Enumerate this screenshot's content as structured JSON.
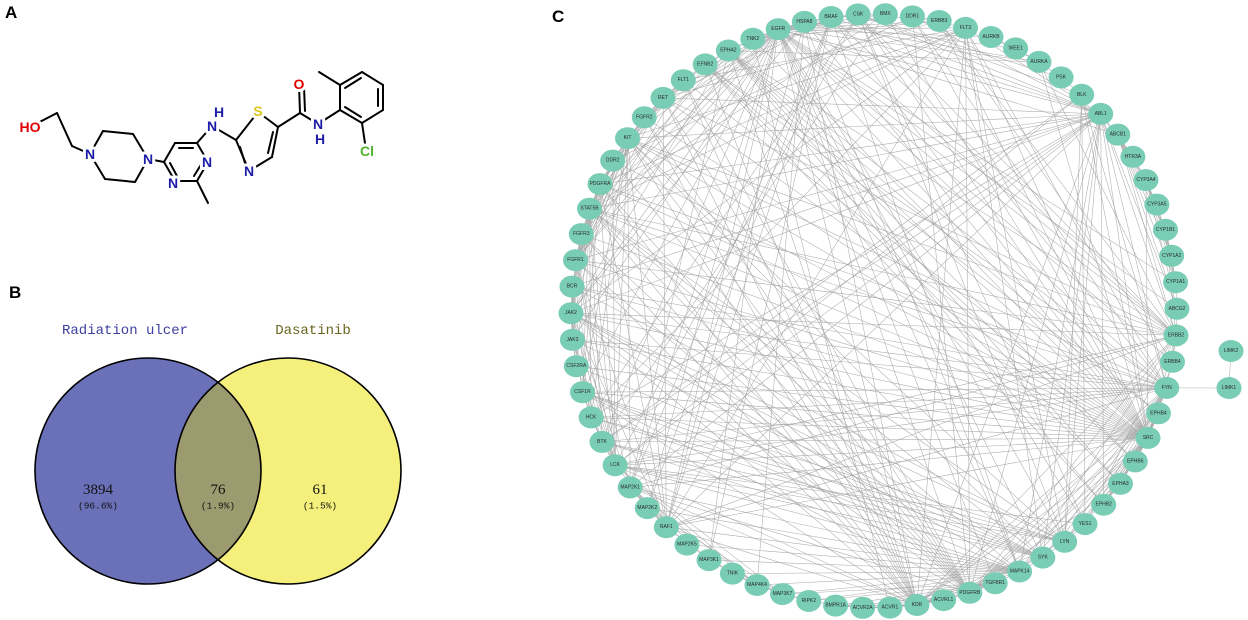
{
  "figure": {
    "panel_labels": [
      "A",
      "B",
      "C"
    ]
  },
  "molecule": {
    "atoms": [
      "HO",
      "N",
      "N",
      "N",
      "N",
      "N",
      "H",
      "S",
      "N",
      "O",
      "N",
      "H",
      "Cl"
    ],
    "colors": {
      "oxygen": "#e00000",
      "nitrogen": "#1c1ca8",
      "sulfur": "#d9c71a",
      "chlorine": "#4fb22a",
      "bond": "#000000"
    }
  },
  "venn": {
    "sets": [
      {
        "name": "Radiation ulcer",
        "label_color": "#3c3f9e",
        "fill": "#6b71b8"
      },
      {
        "name": "Dasatinib",
        "label_color": "#6b661e",
        "fill": "#f5f07c"
      }
    ],
    "overlap_fill": "#9c9a6f",
    "regions": [
      {
        "count": "3894",
        "percent": "(96.6%)"
      },
      {
        "count": "76",
        "percent": "(1.9%)"
      },
      {
        "count": "61",
        "percent": "(1.5%)"
      }
    ]
  },
  "network": {
    "node_color": "#79cdb5",
    "edge_color": "#a3a3a3",
    "ring_nodes": [
      "CSK",
      "BMX",
      "DDR1",
      "ERBB3",
      "FLT3",
      "AURKB",
      "WEE1",
      "AURKA",
      "PSK",
      "BLK",
      "ABL1",
      "ABCB1",
      "HTR3A",
      "CYP3A4",
      "CYP3A5",
      "CYP1B1",
      "CYP1A2",
      "CYP1A1",
      "ABCG2",
      "ERBB2",
      "ERBB4",
      "FYN",
      "EPHB4",
      "SRC",
      "EPHB6",
      "EPHA3",
      "EPHB2",
      "YES1",
      "LYN",
      "SYK",
      "MAPK14",
      "TGFBR1",
      "PDGFRB",
      "ACVRL1",
      "KDR",
      "ACVR1",
      "ACVR2A",
      "BMPR1A",
      "RIPK2",
      "MAP3K7",
      "MAP4K4",
      "TNIK",
      "MAP3K1",
      "MAP2K5",
      "RAF1",
      "MAP2K2",
      "MAP2K1",
      "LCK",
      "BTK",
      "HCK",
      "CSF1R",
      "CSF2RA",
      "JAK3",
      "JAK2",
      "BCR",
      "FGFR1",
      "FGFR3",
      "STAT5B",
      "PDGFRA",
      "DDR2",
      "KIT",
      "FGFR2",
      "RET",
      "FLT1",
      "EFNB2",
      "EPHA2",
      "TNK2",
      "EGFR",
      "HSPA8",
      "BRAF"
    ],
    "extra_nodes": [
      "LIMK2",
      "LIMK1"
    ],
    "edges": {
      "SRC": [
        "EGFR",
        "ERBB2",
        "ERBB3",
        "FYN",
        "LYN",
        "YES1",
        "LCK",
        "HCK",
        "BTK",
        "CSK",
        "ABL1",
        "KDR",
        "PDGFRB",
        "PDGFRA",
        "KIT",
        "SYK",
        "JAK2",
        "STAT5B",
        "EPHA2",
        "EPHB2",
        "EPHB4",
        "EPHA3",
        "CSF1R",
        "FGFR1",
        "FGFR2",
        "BCR",
        "RAF1",
        "MAPK14",
        "BRAF",
        "FLT1",
        "FLT3",
        "RET",
        "DDR1",
        "BMX",
        "BLK",
        "TNK2",
        "HSPA8",
        "CSF2RA",
        "JAK3",
        "MAP2K1",
        "AURKA",
        "ERBB4",
        "EPHB6",
        "DDR2",
        "FGFR3",
        "TGFBR1",
        "CYP3A4"
      ],
      "FYN": [
        "LCK",
        "LYN",
        "YES1",
        "HCK",
        "BLK",
        "SYK",
        "CSK",
        "EGFR",
        "ERBB2",
        "KDR",
        "PDGFRB",
        "PDGFRA",
        "EPHA2",
        "EPHB2",
        "BCR",
        "ABL1",
        "JAK2",
        "JAK3",
        "BTK",
        "STAT5B",
        "KIT",
        "FLT3",
        "CSF1R",
        "RAF1",
        "LIMK1",
        "EFNB2",
        "EPHB6",
        "EPHA3",
        "MAPK14",
        "DDR1"
      ],
      "ABL1": [
        "BCR",
        "EGFR",
        "ERBB2",
        "KIT",
        "PDGFRA",
        "PDGFRB",
        "LYN",
        "LCK",
        "HCK",
        "BTK",
        "STAT5B",
        "JAK2",
        "RAF1",
        "MAPK14",
        "BRAF",
        "CSK",
        "KDR",
        "FLT3",
        "ABCB1",
        "ABCG2",
        "HSPA8",
        "EPHB2",
        "DDR1",
        "SYK",
        "MAP2K1",
        "CYP3A4",
        "RET",
        "FGFR1"
      ],
      "EGFR": [
        "ERBB2",
        "ERBB3",
        "ERBB4",
        "PDGFRB",
        "PDGFRA",
        "KDR",
        "FGFR1",
        "FGFR2",
        "FGFR3",
        "KIT",
        "MAP2K1",
        "MAP2K2",
        "RAF1",
        "BRAF",
        "STAT5B",
        "JAK2",
        "MAPK14",
        "EPHA2",
        "FLT1",
        "FLT3",
        "RET",
        "CSF1R",
        "HSPA8",
        "ABCG2",
        "ABCB1",
        "TNK2",
        "CYP1A1",
        "DDR1",
        "AURKA",
        "AURKB",
        "LYN",
        "YES1",
        "BTK",
        "MAP3K1",
        "TGFBR1",
        "SYK",
        "CSK",
        "JAK3",
        "BMX"
      ],
      "ERBB2": [
        "ERBB3",
        "ERBB4",
        "KDR",
        "PDGFRB",
        "FGFR1",
        "RAF1",
        "BRAF",
        "MAP2K1",
        "MAPK14",
        "STAT5B",
        "JAK2",
        "HSPA8",
        "ABCG2",
        "ABCB1",
        "CSK",
        "YES1",
        "EPHA2",
        "LCK",
        "AURKA",
        "CYP1B1",
        "RET",
        "KIT"
      ],
      "KDR": [
        "FLT1",
        "FLT3",
        "PDGFRB",
        "PDGFRA",
        "KIT",
        "FGFR1",
        "FGFR2",
        "FGFR3",
        "EFNB2",
        "ACVRL1",
        "BMPR1A",
        "TGFBR1",
        "ACVR1",
        "ACVR2A",
        "MAPK14",
        "RAF1",
        "EPHA2",
        "EPHB4",
        "LYN",
        "SYK",
        "JAK2",
        "STAT5B",
        "HSPA8",
        "RET",
        "CSF1R",
        "MAP2K1",
        "LCK"
      ],
      "TGFBR1": [
        "ACVR1",
        "ACVR2A",
        "ACVRL1",
        "BMPR1A",
        "MAP3K7",
        "MAPK14",
        "RIPK2",
        "PDGFRB"
      ],
      "ACVR1": [
        "ACVR2A",
        "ACVRL1",
        "BMPR1A"
      ],
      "BMPR1A": [
        "ACVR2A",
        "ACVRL1",
        "MAP3K7"
      ],
      "MAPK14": [
        "MAP3K7",
        "MAP2K1",
        "MAP2K2",
        "MAP3K1",
        "MAP4K4",
        "TNIK",
        "RIPK2",
        "MAP2K5",
        "RAF1",
        "BRAF",
        "STAT5B",
        "SYK",
        "HSPA8",
        "JAK2",
        "LCK",
        "BTK",
        "CSF1R"
      ],
      "MAP2K1": [
        "MAP2K2",
        "RAF1",
        "BRAF",
        "MAP3K1",
        "MAP2K5",
        "MAP4K4",
        "PDGFRB",
        "JAK2",
        "KIT",
        "FGFR1",
        "EPHA2"
      ],
      "RAF1": [
        "BRAF",
        "MAP2K2",
        "MAP3K1",
        "HSPA8",
        "JAK2",
        "PDGFRA",
        "KIT",
        "FGFR1",
        "LCK",
        "RET",
        "FLT3"
      ],
      "BRAF": [
        "MAP2K2",
        "HSPA8",
        "MAP3K1",
        "CSK",
        "RET",
        "FGFR2"
      ],
      "CYP3A4": [
        "CYP3A5",
        "CYP1A1",
        "CYP1A2",
        "CYP1B1",
        "ABCB1",
        "ABCG2",
        "HTR3A"
      ],
      "CYP1A1": [
        "CYP1A2",
        "CYP1B1",
        "CYP3A5",
        "ABCG2",
        "ABCB1"
      ],
      "CYP1A2": [
        "CYP1B1",
        "CYP3A5",
        "ABCB1"
      ],
      "ABCB1": [
        "ABCG2",
        "CYP3A5",
        "HTR3A",
        "CYP1B1"
      ],
      "LCK": [
        "LYN",
        "HCK",
        "BTK",
        "SYK",
        "CSK",
        "YES1",
        "BLK",
        "JAK3",
        "JAK2",
        "CSF2RA",
        "STAT5B",
        "KIT",
        "PDGFRA",
        "BCR",
        "FGFR1",
        "DDR2",
        "MAP3K7",
        "MAP4K4"
      ],
      "LYN": [
        "HCK",
        "BTK",
        "SYK",
        "YES1",
        "BLK",
        "CSK",
        "KIT",
        "CSF1R",
        "JAK2",
        "STAT5B",
        "BCR",
        "FLT3",
        "EPHB6"
      ],
      "HCK": [
        "BTK",
        "SYK",
        "CSK",
        "CSF1R",
        "JAK2",
        "STAT5B",
        "BCR",
        "KIT",
        "FLT3"
      ],
      "BTK": [
        "SYK",
        "BMX",
        "BLK",
        "JAK3",
        "STAT5B",
        "CSF1R"
      ],
      "SYK": [
        "JAK2",
        "JAK3",
        "STAT5B",
        "CSF1R",
        "CSF2RA",
        "KIT",
        "FLT3"
      ],
      "JAK2": [
        "JAK3",
        "STAT5B",
        "CSF2RA",
        "CSF1R",
        "KIT",
        "FLT3",
        "PDGFRA",
        "PDGFRB",
        "FGFR1",
        "FGFR3",
        "BCR",
        "EPHA2",
        "HSPA8"
      ],
      "JAK3": [
        "STAT5B",
        "CSF2RA",
        "BCR"
      ],
      "STAT5B": [
        "KIT",
        "FLT3",
        "PDGFRA",
        "PDGFRB",
        "FGFR1",
        "FGFR3",
        "CSF1R",
        "CSF2RA",
        "BCR",
        "RET",
        "EPHA2",
        "BMX"
      ],
      "KIT": [
        "FLT3",
        "PDGFRA",
        "PDGFRB",
        "CSF1R",
        "FLT1",
        "FGFR1",
        "FGFR2",
        "RET",
        "BCR",
        "DDR2"
      ],
      "PDGFRB": [
        "PDGFRA",
        "FLT1",
        "FLT3",
        "FGFR1",
        "FGFR2",
        "FGFR3",
        "CSF1R",
        "EPHB4",
        "EPHA3",
        "RET",
        "DDR1",
        "DDR2",
        "ACVRL1"
      ],
      "PDGFRA": [
        "FLT1",
        "FLT3",
        "FGFR1",
        "FGFR2",
        "FGFR3",
        "CSF1R",
        "RET",
        "DDR2",
        "BCR"
      ],
      "FGFR1": [
        "FGFR2",
        "FGFR3",
        "FLT1",
        "RET",
        "DDR2",
        "EFNB2",
        "TNK2"
      ],
      "FGFR2": [
        "FGFR3",
        "RET",
        "FLT1"
      ],
      "FLT1": [
        "FLT3",
        "EFNB2",
        "RET",
        "EPHA2"
      ],
      "EPHA2": [
        "EPHB2",
        "EPHB4",
        "EPHA3",
        "EPHB6",
        "EFNB2",
        "TNK2",
        "AURKA"
      ],
      "EPHB2": [
        "EPHB4",
        "EPHA3",
        "EPHB6",
        "EFNB2"
      ],
      "EPHB4": [
        "EPHA3",
        "EPHB6",
        "EFNB2"
      ],
      "EFNB2": [
        "EPHA3",
        "EPHB6"
      ],
      "AURKA": [
        "AURKB",
        "WEE1",
        "HSPA8",
        "PSK"
      ],
      "AURKB": [
        "WEE1"
      ],
      "HSPA8": [
        "CSK",
        "TNK2",
        "WEE1",
        "MAP4K4"
      ],
      "CSK": [
        "BMX",
        "BLK",
        "PSK",
        "YES1"
      ],
      "MAP3K7": [
        "RIPK2",
        "MAP4K4",
        "TNIK",
        "MAP3K1",
        "MAP2K2"
      ],
      "MAP4K4": [
        "TNIK",
        "MAP3K1"
      ],
      "LIMK1": [
        "LIMK2"
      ],
      "DDR1": [
        "DDR2",
        "ERBB3",
        "FLT3"
      ],
      "BLK": [
        "YES1",
        "PSK"
      ],
      "TNK2": [
        "ERBB3",
        "ACVR1"
      ],
      "ERBB3": [
        "ERBB4",
        "RET"
      ]
    }
  }
}
